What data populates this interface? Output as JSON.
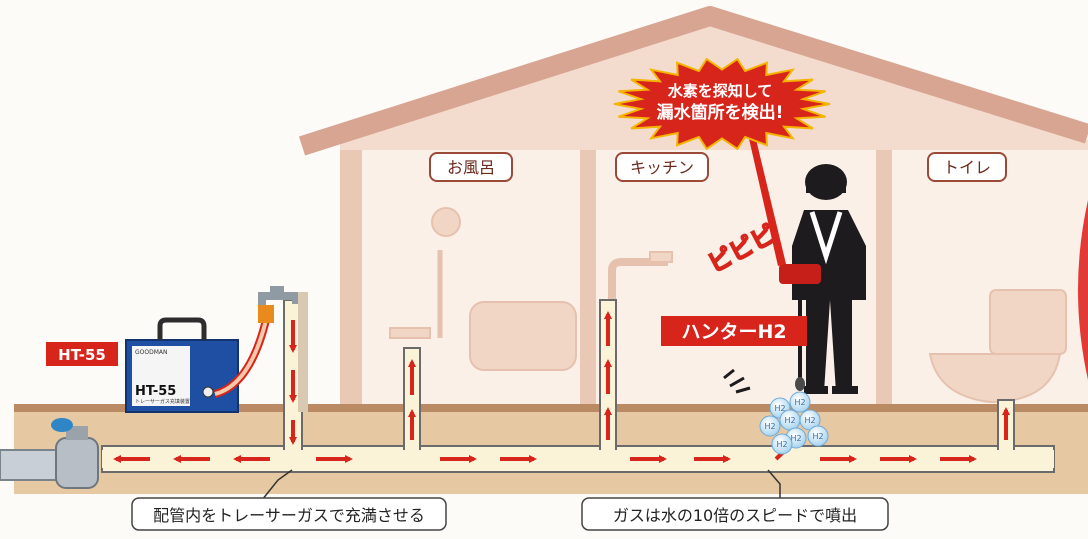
{
  "rooms": {
    "bath": "お風呂",
    "kitchen": "キッチン",
    "toilet": "トイレ"
  },
  "device": {
    "tag": "HT-55",
    "brand": "GOODMAN",
    "model": "HT-55",
    "subtitle": "トレーサーガス充填装置"
  },
  "detector_label": "ハンターH2",
  "burst": {
    "line1": "水素を探知して",
    "line2": "漏水箇所を検出!"
  },
  "sound": "ピピピ",
  "gas_symbol": "H2",
  "callouts": {
    "fill": "配管内をトレーサーガスで充満させる",
    "speed": "ガスは水の10倍のスピードで噴出"
  },
  "colors": {
    "roof": "#d9a593",
    "wall": "#f6e3d6",
    "ground": "#e6c8a3",
    "pipe": "#fbf3d8",
    "arrow": "#d8251c",
    "label_red": "#d8251c",
    "device_blue": "#1f4fa3"
  }
}
